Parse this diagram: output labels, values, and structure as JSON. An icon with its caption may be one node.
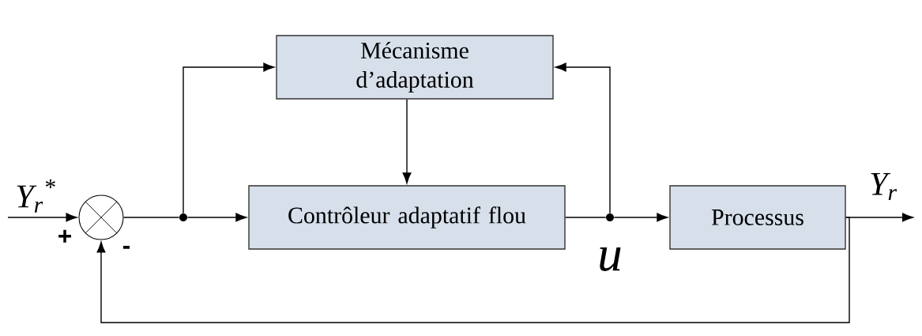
{
  "diagram": {
    "nodes": [
      {
        "text": [
          "Mécanisme d’adaptation"
        ]
      },
      {
        "text": [
          "Contrôleur adaptatif flou"
        ]
      },
      {
        "text": [
          "Processus"
        ]
      },
      {
        "text": [],
        "shape": "circle"
      },
      {
        "text": [],
        "shape": "dot"
      },
      {
        "text": [],
        "shape": "dot"
      }
    ],
    "edges": [
      {
        "from": null,
        "to": 3,
        "arrow": "to"
      },
      {
        "from": 3,
        "to": 4,
        "arrow": "none"
      },
      {
        "from": 4,
        "to": 1,
        "arrow": "to"
      },
      {
        "from": 4,
        "to": 0,
        "arrow": "to"
      },
      {
        "from": 0,
        "to": 1,
        "arrow": "to"
      },
      {
        "from": 1,
        "to": 5,
        "arrow": "none"
      },
      {
        "from": 5,
        "to": 2,
        "arrow": "to"
      },
      {
        "from": 5,
        "to": 0,
        "arrow": "to"
      },
      {
        "from": 2,
        "to": null,
        "arrow": "to"
      },
      {
        "from": 2,
        "to": 3,
        "arrow": "to"
      }
    ],
    "labels": [
      "Y$_{r}$$^{*}$",
      "+",
      "-",
      "u",
      "Y$_{r}$"
    ]
  }
}
